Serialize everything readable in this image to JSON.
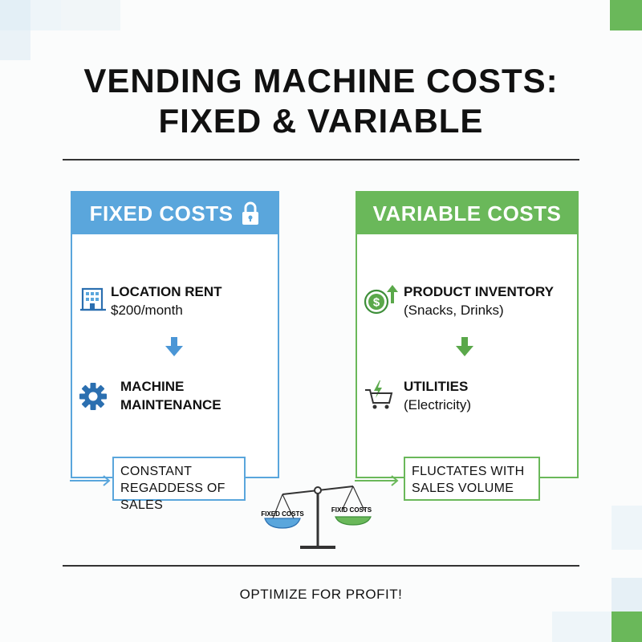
{
  "title_line1": "VENDING MACHINE COSTS:",
  "title_line2": "FIXED & VARIABLE",
  "colors": {
    "fixed_accent": "#5aa6dc",
    "variable_accent": "#6ab85a",
    "text": "#111111"
  },
  "fixed": {
    "heading": "FIXED COSTS",
    "heading_icon": "lock-icon",
    "items": [
      {
        "icon": "building-icon",
        "title": "LOCATION RENT",
        "detail": "$200/month"
      },
      {
        "icon": "gear-icon",
        "title_line1": "MACHINE",
        "title_line2": "MAINTENANCE"
      }
    ],
    "callout_line1": "CONSTANT",
    "callout_line2": "REGADDESS OF SALES"
  },
  "variable": {
    "heading": "VARIABLE COSTS",
    "items": [
      {
        "icon": "dollar-coin-up-icon",
        "title": "PRODUCT INVENTORY",
        "detail": "(Snacks, Drinks)"
      },
      {
        "icon": "cart-lightning-icon",
        "title": "UTILITIES",
        "detail": "(Electricity)"
      }
    ],
    "callout_line1": "FLUCTATES WITH",
    "callout_line2": "SALES VOLUME"
  },
  "scale": {
    "icon": "balance-scale-icon",
    "left_label": "FIXED COSTS",
    "right_label": "FIXID COSTS"
  },
  "footer": "OPTIMIZE FOR PROFIT!"
}
